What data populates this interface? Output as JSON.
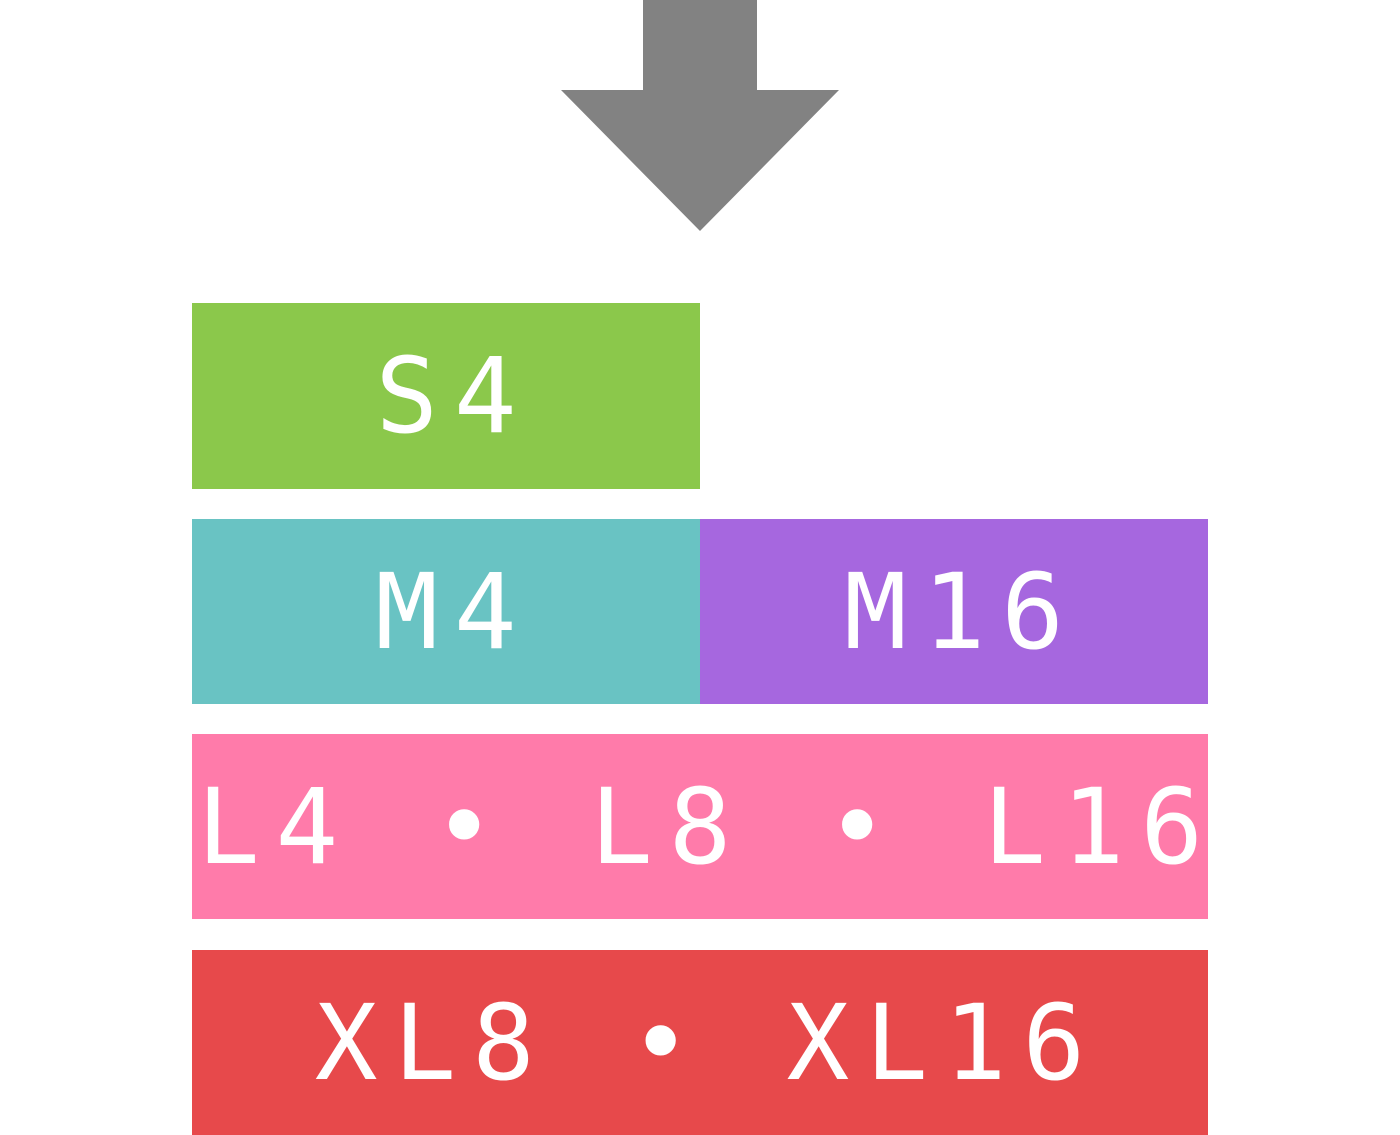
{
  "arrow": {
    "icon": "down-arrow-icon",
    "color": "#828282"
  },
  "tiers": [
    {
      "label": "S4",
      "color": "#8BC84B"
    },
    {
      "label": "M4",
      "color": "#69C3C3"
    },
    {
      "label": "M16",
      "color": "#A667DF"
    },
    {
      "label": "L4 • L8 • L16",
      "color": "#FF7BAA"
    },
    {
      "label": "XL8 • XL16",
      "color": "#E7494B"
    }
  ]
}
